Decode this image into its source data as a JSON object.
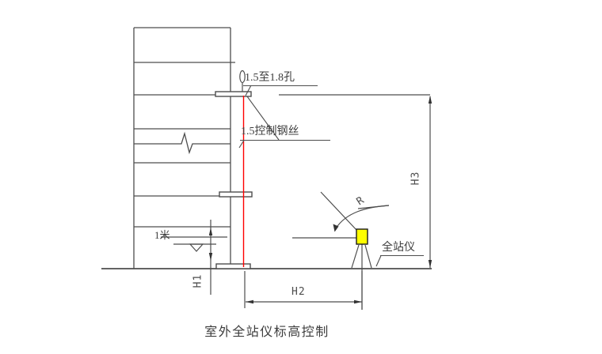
{
  "drawing": {
    "caption": "室外全站仪标高控制",
    "labels": {
      "hole": "1.5至1.8孔",
      "control_wire": "1.5控制钢丝",
      "total_station": "全站仪",
      "one_meter": "1米",
      "rotation": "R"
    },
    "dimensions": {
      "h1": "H1",
      "h2": "H2",
      "h3": "H3"
    },
    "colors": {
      "line": "#4d4d4d",
      "text": "#3d3d3d",
      "control_wire": "#ff0000",
      "instrument_fill": "#ffff00",
      "background": "#ffffff"
    },
    "symbols": [
      "hole-ellipse-icon",
      "level-benchmark-icon",
      "break-zigzag-icon",
      "tripod-icon",
      "dimension-arrow-icon"
    ]
  }
}
